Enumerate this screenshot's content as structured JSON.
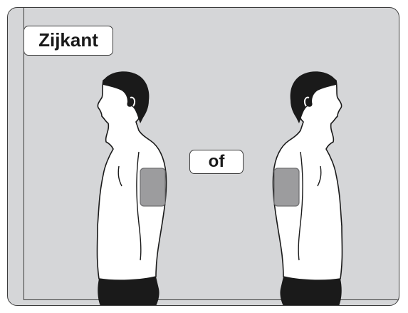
{
  "title": "Zijkant",
  "separator": "of",
  "colors": {
    "background": "#d5d6d8",
    "border": "#3c3c3c",
    "skin": "#ffffff",
    "hair": "#1a1a1a",
    "patch": "#9c9c9e"
  },
  "icons": [
    "man-side-profile-facing-left",
    "man-side-profile-facing-right",
    "sensor-patch"
  ]
}
